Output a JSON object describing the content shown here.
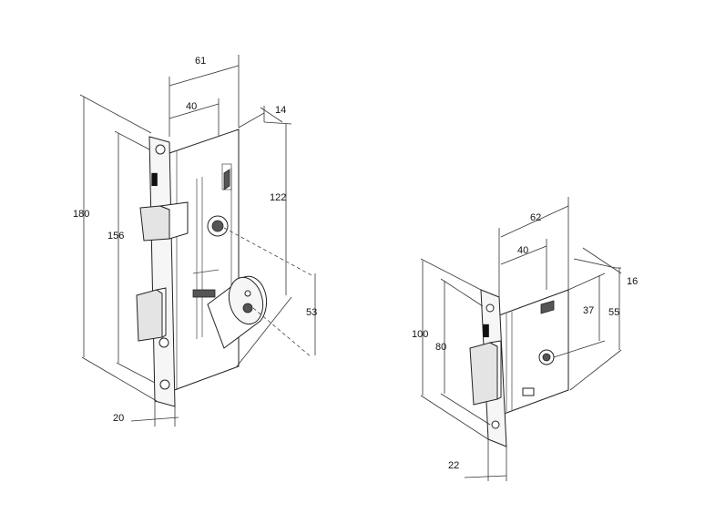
{
  "lock_a": {
    "dims": {
      "d61": "61",
      "d40": "40",
      "d14": "14",
      "d122": "122",
      "d180": "180",
      "d156": "156",
      "d53": "53",
      "d20": "20"
    }
  },
  "lock_b": {
    "dims": {
      "d62": "62",
      "d40": "40",
      "d16": "16",
      "d37": "37",
      "d55": "55",
      "d100": "100",
      "d80": "80",
      "d22": "22"
    }
  },
  "colors": {
    "line": "#222222",
    "background": "#ffffff"
  }
}
